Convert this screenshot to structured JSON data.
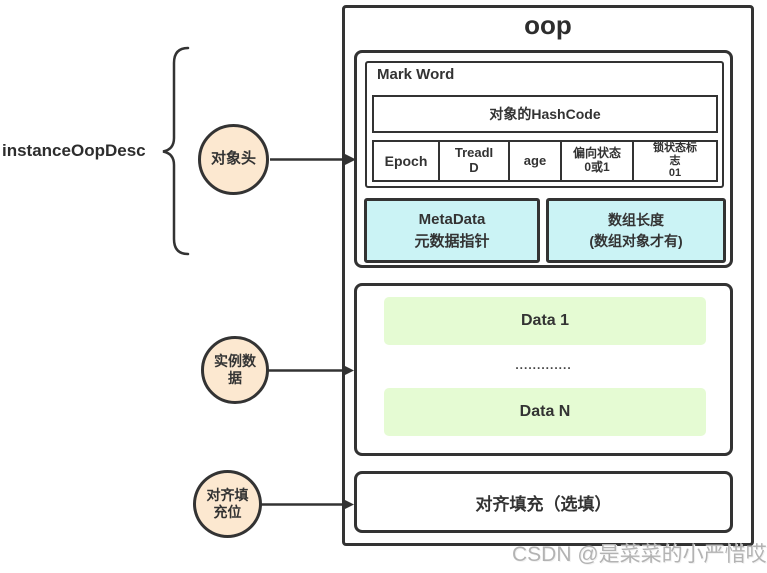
{
  "diagram": {
    "title": "oop",
    "side_label": "instanceOopDesc",
    "circles": {
      "object_header": [
        "对象头"
      ],
      "instance_data": [
        "实例数",
        "据"
      ],
      "align_padding": [
        "对齐填",
        "充位"
      ]
    },
    "header_section": {
      "mark_word_title": "Mark Word",
      "hashcode": "对象的HashCode",
      "fields": [
        [
          "Epoch"
        ],
        [
          "TreadI",
          "D"
        ],
        [
          "age"
        ],
        [
          "偏向状态",
          "0或1"
        ],
        [
          "锁状态标",
          "志",
          "01"
        ]
      ],
      "metadata_pointer": [
        "MetaData",
        "元数据指针"
      ],
      "array_length": [
        "数组长度",
        "(数组对象才有)"
      ]
    },
    "instance_section": {
      "data_first": "Data 1",
      "ellipsis": ".............",
      "data_last": "Data N"
    },
    "align_section": {
      "label": "对齐填充（选填）"
    },
    "watermark": "CSDN @是菜菜的小严惜哎",
    "colors": {
      "border": "#333333",
      "cyan_fill": "#cbf3f5",
      "green_fill": "#e5fbd3",
      "peach_fill": "#fce8d0",
      "watermark_gray": "#b3b3b3"
    }
  }
}
